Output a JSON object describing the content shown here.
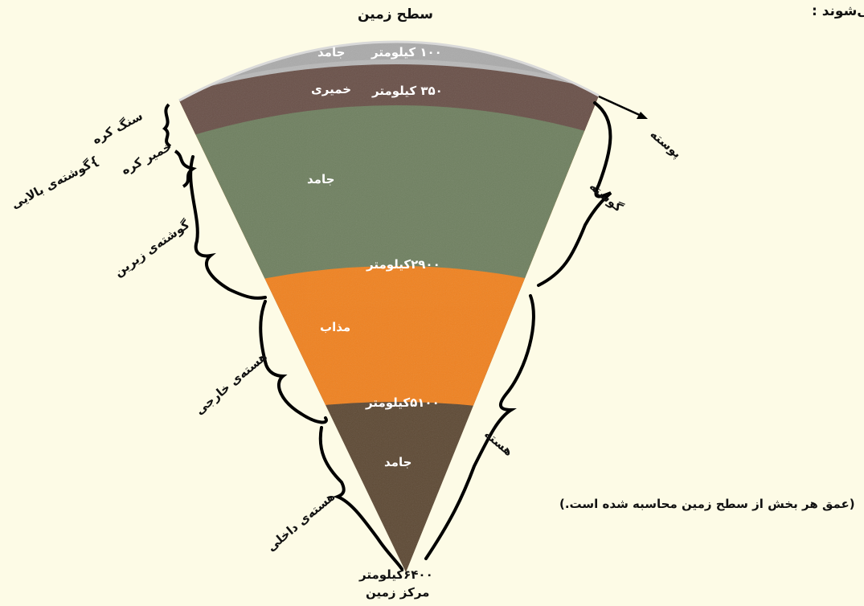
{
  "header": {
    "corner_text": "می‌شوند :"
  },
  "surface": {
    "title": "سطح زمین"
  },
  "center": {
    "depth": "۶۴۰۰کیلومتر",
    "title": "مرکز زمین"
  },
  "layers": {
    "crust": {
      "state": "جامد",
      "depth": "۱۰۰ کیلومتر"
    },
    "asthenosphere": {
      "state": "خمیری",
      "depth": "۳۵۰ کیلومتر"
    },
    "lower_mantle": {
      "state": "جامد",
      "depth": "۲۹۰۰کیلومتر"
    },
    "outer_core": {
      "state": "مذاب",
      "depth": "۵۱۰۰کیلومتر"
    },
    "inner_core": {
      "state": "جامد"
    }
  },
  "left_labels": {
    "lithosphere": "سنگ کره",
    "asthenosphere": "خمیر کره",
    "upper_mantle": "}گوشته‌ی بالایی",
    "lower_mantle": "گوشته‌ی زیرین",
    "outer_core": "هسته‌ی خارجی",
    "inner_core": "هسته‌ی داخلی"
  },
  "right_labels": {
    "crust": "پوسته",
    "mantle": "گوشته",
    "core": "هسته"
  },
  "note": "(عمق هر بخش از سطح زمین محاسبه شده است.)",
  "colors": {
    "background": "#fdfbe6",
    "crust": "#b7b7b7",
    "asthenosphere": "#6a5149",
    "mantle": "#6f8060",
    "outer_core": "#f08220",
    "inner_core": "#5e4a35"
  }
}
